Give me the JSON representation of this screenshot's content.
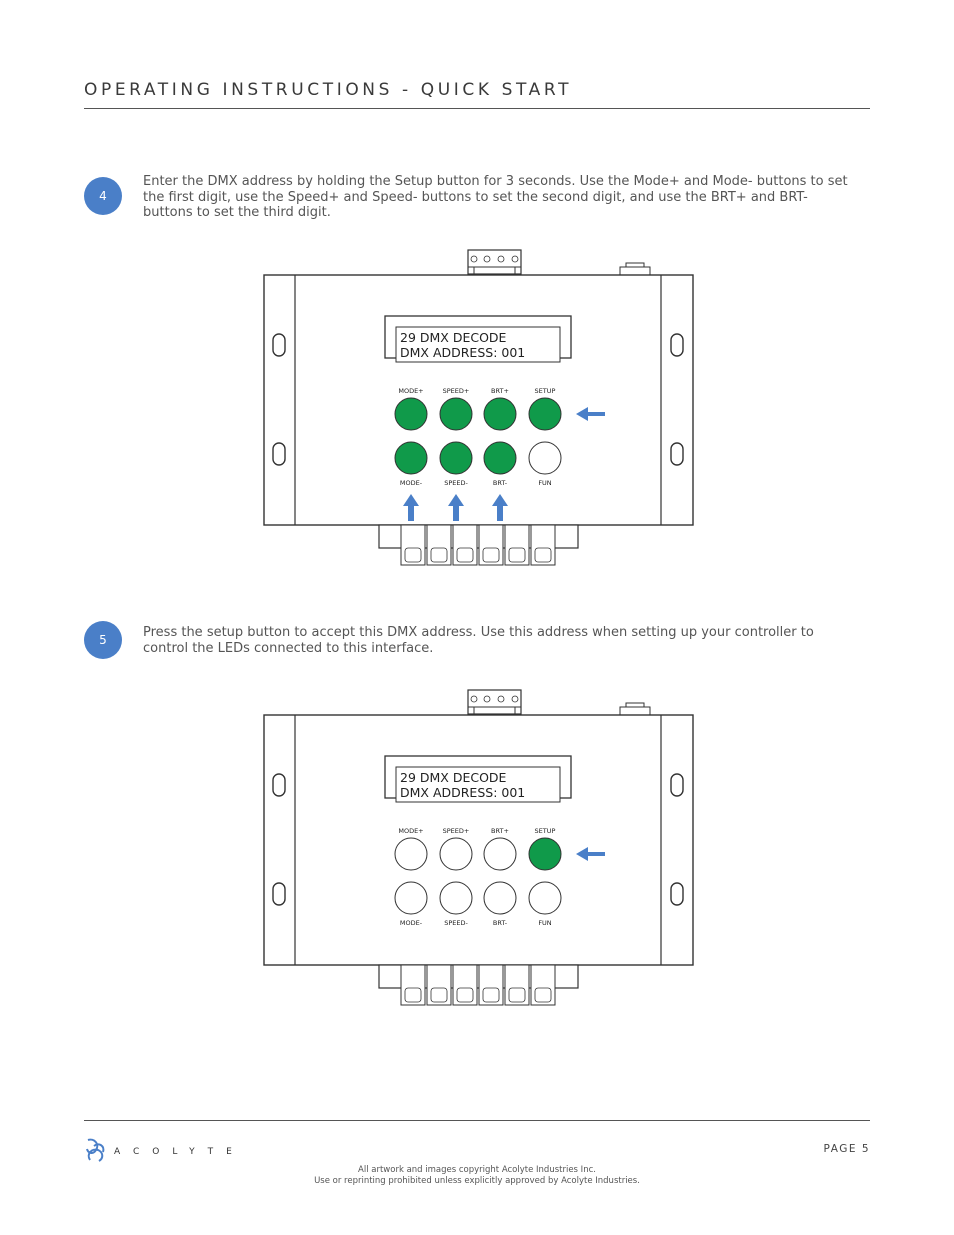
{
  "header": {
    "title": "OPERATING INSTRUCTIONS - QUICK START"
  },
  "colors": {
    "accent_blue": "#4a7fc8",
    "button_green": "#109a4a"
  },
  "steps": [
    {
      "number": "4",
      "text": "Enter the DMX address by holding the Setup button for 3 seconds.  Use the Mode+ and Mode- buttons to set the first digit, use the Speed+ and Speed- buttons to set the second digit, and use the BRT+ and BRT- buttons to set the third digit.",
      "lcd": {
        "line1": "29 DMX DECODE",
        "line2": "DMX ADDRESS: 001"
      },
      "buttons_top": [
        "MODE+",
        "SPEED+",
        "BRT+",
        "SETUP"
      ],
      "buttons_bottom": [
        "MODE-",
        "SPEED-",
        "BRT-",
        "FUN"
      ]
    },
    {
      "number": "5",
      "text": "Press the setup button to accept this DMX address.  Use this address when setting up your controller to control the LEDs connected to this interface.",
      "lcd": {
        "line1": "29 DMX DECODE",
        "line2": "DMX ADDRESS: 001"
      },
      "buttons_top": [
        "MODE+",
        "SPEED+",
        "BRT+",
        "SETUP"
      ],
      "buttons_bottom": [
        "MODE-",
        "SPEED-",
        "BRT-",
        "FUN"
      ]
    }
  ],
  "footer": {
    "brand": "ACOLYTE",
    "page_label": "PAGE 5",
    "copyright_line1": "All artwork and images copyright Acolyte Industries Inc.",
    "copyright_line2": "Use or reprinting prohibited unless explicitly approved by Acolyte Industries."
  }
}
